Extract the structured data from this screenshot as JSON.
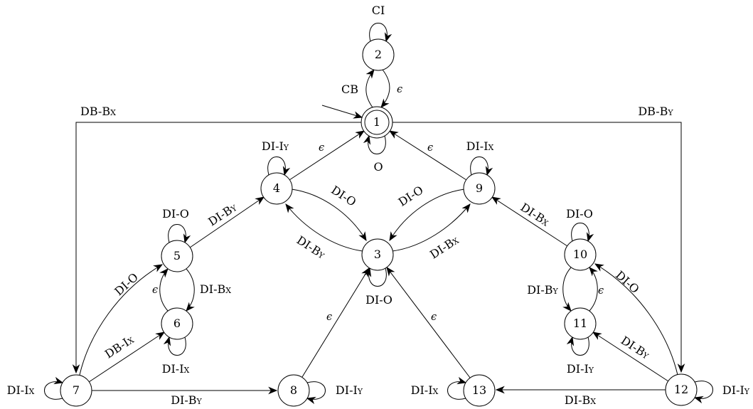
{
  "diagram": {
    "type": "finite-state-automaton",
    "colors": {
      "background": "#ffffff",
      "stroke": "#000000",
      "text": "#000000"
    },
    "states": [
      {
        "id": "1",
        "label": "1",
        "initial": true,
        "accepting": true
      },
      {
        "id": "2",
        "label": "2"
      },
      {
        "id": "3",
        "label": "3"
      },
      {
        "id": "4",
        "label": "4"
      },
      {
        "id": "5",
        "label": "5"
      },
      {
        "id": "6",
        "label": "6"
      },
      {
        "id": "7",
        "label": "7"
      },
      {
        "id": "8",
        "label": "8"
      },
      {
        "id": "9",
        "label": "9"
      },
      {
        "id": "10",
        "label": "10"
      },
      {
        "id": "11",
        "label": "11"
      },
      {
        "id": "12",
        "label": "12"
      },
      {
        "id": "13",
        "label": "13"
      }
    ],
    "edges": [
      {
        "from": "start",
        "to": "1",
        "label": ""
      },
      {
        "from": "2",
        "to": "2",
        "label": "CI"
      },
      {
        "from": "1",
        "to": "2",
        "label": "CB"
      },
      {
        "from": "2",
        "to": "1",
        "label": "ϵ"
      },
      {
        "from": "1",
        "to": "1",
        "label": "O"
      },
      {
        "from": "4",
        "to": "1",
        "label": "ϵ"
      },
      {
        "from": "9",
        "to": "1",
        "label": "ϵ"
      },
      {
        "from": "4",
        "to": "4",
        "label": "DI-Iy"
      },
      {
        "from": "9",
        "to": "9",
        "label": "DI-Ix"
      },
      {
        "from": "4",
        "to": "3",
        "label": "DI-O"
      },
      {
        "from": "3",
        "to": "4",
        "label": "DI-By"
      },
      {
        "from": "9",
        "to": "3",
        "label": "DI-O"
      },
      {
        "from": "3",
        "to": "9",
        "label": "DI-Bx"
      },
      {
        "from": "3",
        "to": "3",
        "label": "DI-O"
      },
      {
        "from": "5",
        "to": "5",
        "label": "DI-O"
      },
      {
        "from": "5",
        "to": "4",
        "label": "DI-By"
      },
      {
        "from": "5",
        "to": "6",
        "label": "DI-Bx"
      },
      {
        "from": "6",
        "to": "5",
        "label": "ϵ"
      },
      {
        "from": "6",
        "to": "6",
        "label": "DI-Ix"
      },
      {
        "from": "7",
        "to": "5",
        "label": "DI-O"
      },
      {
        "from": "7",
        "to": "6",
        "label": "DB-Ix"
      },
      {
        "from": "7",
        "to": "7",
        "label": "DI-Ix"
      },
      {
        "from": "1",
        "to": "7",
        "label": "DB-Bx"
      },
      {
        "from": "7",
        "to": "8",
        "label": "DI-By"
      },
      {
        "from": "8",
        "to": "8",
        "label": "DI-Iy"
      },
      {
        "from": "8",
        "to": "3",
        "label": "ϵ"
      },
      {
        "from": "13",
        "to": "3",
        "label": "ϵ"
      },
      {
        "from": "13",
        "to": "13",
        "label": "DI-Ix"
      },
      {
        "from": "12",
        "to": "13",
        "label": "DI-Bx"
      },
      {
        "from": "10",
        "to": "10",
        "label": "DI-O"
      },
      {
        "from": "10",
        "to": "9",
        "label": "DI-Bx"
      },
      {
        "from": "10",
        "to": "11",
        "label": "DI-By"
      },
      {
        "from": "11",
        "to": "10",
        "label": "ϵ"
      },
      {
        "from": "11",
        "to": "11",
        "label": "DI-Iy"
      },
      {
        "from": "12",
        "to": "10",
        "label": "DI-O"
      },
      {
        "from": "12",
        "to": "11",
        "label": "DI-By"
      },
      {
        "from": "12",
        "to": "12",
        "label": "DI-Iy"
      },
      {
        "from": "1",
        "to": "12",
        "label": "DB-By"
      }
    ]
  }
}
